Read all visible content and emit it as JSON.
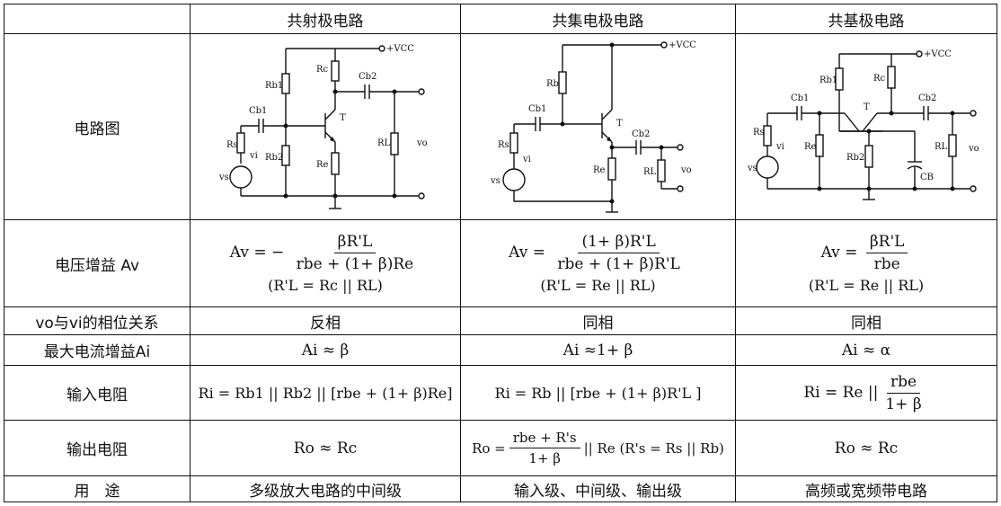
{
  "columns": {
    "label": "",
    "ce": "共射极电路",
    "cc": "共集电极电路",
    "cb": "共基极电路"
  },
  "rows": {
    "circuit": "电路图",
    "gain": "电压增益 Av",
    "phase": "vo与vi的相位关系",
    "imax": "最大电流增益Ai",
    "rin": "输入电阻",
    "rout": "输出电阻",
    "use": "用　途"
  },
  "gain": {
    "ce_lhs": "Av = −",
    "ce_num": "βR'L",
    "ce_den": "rbe + (1+ β)Re",
    "ce_note": "(R'L = Rc || RL)",
    "cc_lhs": "Av =",
    "cc_num": "(1+ β)R'L",
    "cc_den": "rbe + (1+ β)R'L",
    "cc_note": "(R'L = Re || RL)",
    "cb_lhs": "Av =",
    "cb_num": "βR'L",
    "cb_den": "rbe",
    "cb_note": "(R'L = Re || RL)"
  },
  "phase": {
    "ce": "反相",
    "cc": "同相",
    "cb": "同相"
  },
  "imax": {
    "ce": "Ai ≈ β",
    "cc": "Ai ≈1+ β",
    "cb": "Ai ≈ α"
  },
  "rin": {
    "ce": "Ri = Rb1 || Rb2 || [rbe + (1+ β)Re]",
    "cc": "Ri = Rb || [rbe + (1+ β)R'L ]",
    "cb_lhs": "Ri = Re ||",
    "cb_num": "rbe",
    "cb_den": "1+ β"
  },
  "rout": {
    "ce": "Ro ≈ Rc",
    "cc_lhs": "Ro =",
    "cc_num": "rbe + R's",
    "cc_den": "1+ β",
    "cc_rhs": "|| Re (R's = Rs || Rb)",
    "cb": "Ro ≈ Rc"
  },
  "use": {
    "ce": "多级放大电路的中间级",
    "cc": "输入级、中间级、输出级",
    "cb": "高频或宽频带电路"
  },
  "diagram_labels": {
    "vcc": "+VCC",
    "rb1": "Rb1",
    "rb2": "Rb2",
    "rc": "Rc",
    "re": "Re",
    "rb": "Rb",
    "cb1": "Cb1",
    "cb2": "Cb2",
    "t": "T",
    "rl": "RL",
    "rs": "Rs",
    "vi": "vi",
    "vs": "vs",
    "vo": "vo",
    "cb": "CB"
  },
  "colors": {
    "line": "#111111",
    "background": "#ffffff"
  }
}
